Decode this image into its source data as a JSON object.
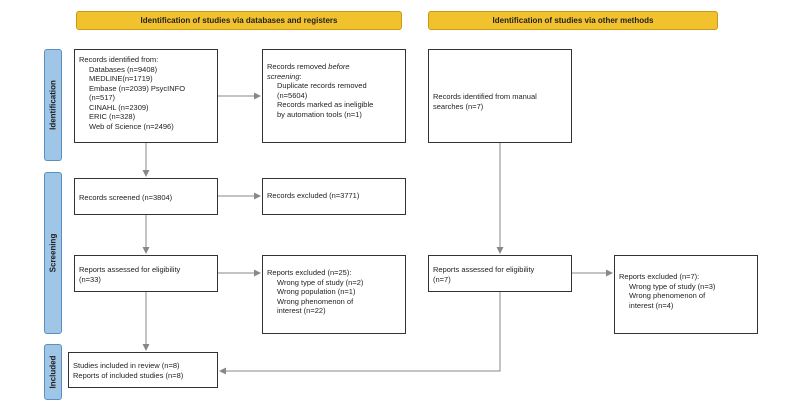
{
  "headers": {
    "left": "Identification of studies via databases and registers",
    "right": "Identification of studies via other methods"
  },
  "phases": {
    "identification": "Identification",
    "screening": "Screening",
    "included": "Included"
  },
  "identified": {
    "title": "Records identified from:",
    "items": [
      "Databases (n=9408)",
      "MEDLINE(n=1719)",
      "Embase (n=2039) PsycINFO",
      "(n=517)",
      "CINAHL (n=2309)",
      "ERIC (n=328)",
      "Web of Science (n=2496)"
    ]
  },
  "removed": {
    "title_prefix": "Records removed",
    "title_emph": "before",
    "title_emph2": "screening",
    "title_suffix": ":",
    "items": [
      "Duplicate records removed",
      "(n=5604)",
      "Records marked as ineligible",
      "by automation tools (n=1)"
    ]
  },
  "manual": {
    "line1": "Records identified from manual",
    "line2": "searches (n=7)"
  },
  "screened": "Records screened (n=3804)",
  "excluded": "Records excluded (n=3771)",
  "assessed_db": {
    "line1": "Reports assessed for eligibility",
    "line2": "(n=33)"
  },
  "excluded_reports_db": {
    "title": "Reports excluded (n=25):",
    "items": [
      "Wrong type of study (n=2)",
      "Wrong population (n=1)",
      "Wrong phenomenon of",
      "interest (n=22)"
    ]
  },
  "assessed_other": {
    "line1": "Reports assessed for eligibility",
    "line2": "(n=7)"
  },
  "excluded_reports_other": {
    "title": "Reports excluded (n=7):",
    "items": [
      "Wrong type of study (n=3)",
      "Wrong phenomenon of",
      "interest (n=4)"
    ]
  },
  "included": {
    "line1": "Studies included in review (n=8)",
    "line2": "Reports of included studies (n=8)"
  },
  "colors": {
    "header": "#f2c12e",
    "phase": "#9fc6e7",
    "arrow": "#888888"
  }
}
